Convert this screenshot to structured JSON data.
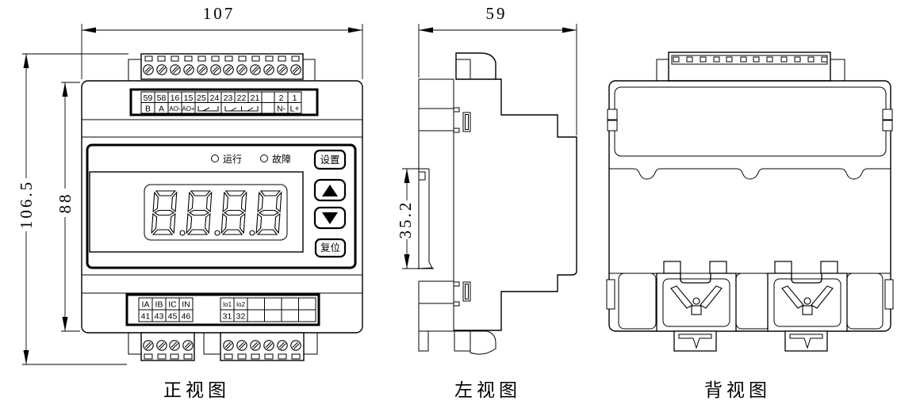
{
  "colors": {
    "line": "#000000",
    "background": "#ffffff"
  },
  "views": {
    "front": {
      "label": "正视图",
      "dims": {
        "width": "107",
        "height_outer": "106.5",
        "height_body": "88"
      },
      "top_terminal": {
        "row1": [
          "59",
          "58",
          "16",
          "15",
          "25",
          "24",
          "23",
          "22",
          "21",
          "2",
          "1"
        ],
        "row2": [
          "B",
          "A",
          "AO-",
          "AO+",
          "N-",
          "L+"
        ]
      },
      "panel": {
        "led_run": "运行",
        "led_fault": "故障",
        "btn_set": "设置",
        "btn_up": "▲",
        "btn_down": "▼",
        "btn_reset": "复位",
        "display": "8.8.8.8"
      },
      "bottom_terminal": {
        "group1_row1": [
          "IA",
          "IB",
          "IC",
          "IN"
        ],
        "group1_row2": [
          "41",
          "43",
          "45",
          "46"
        ],
        "group2_row1": [
          "Io1",
          "Io2"
        ],
        "group2_row2": [
          "31",
          "32"
        ]
      }
    },
    "left": {
      "label": "左视图",
      "dims": {
        "depth": "59",
        "rail": "35.2"
      }
    },
    "back": {
      "label": "背视图"
    }
  }
}
